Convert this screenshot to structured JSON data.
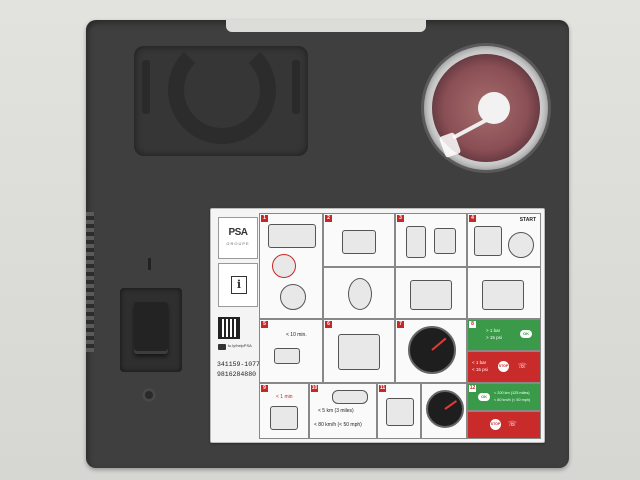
{
  "label": {
    "brand": "PSA",
    "brand_sub": "GROUPE",
    "info_glyph": "i",
    "qr_url": "tc.ly/helpPSA",
    "part_number_1": "341159-1077",
    "part_number_2": "9816284880",
    "start_text": "START",
    "step_numbers": [
      "1",
      "2",
      "3",
      "4",
      "5",
      "6",
      "7",
      "8",
      "9",
      "10",
      "11",
      "12"
    ],
    "time_text": "< 10 min.",
    "distance_text": "< 5 km (3 miles)",
    "speed_text": "< 80 km/h (< 50 mph)",
    "distance_short": "< 1 min",
    "ok_text": "OK",
    "stop_text": "STOP",
    "pressure_ok_text_1": "> 1 bar",
    "pressure_ok_text_2": "> 15 psi",
    "pressure_low_text_1": "< 1 bar",
    "pressure_low_text_2": "< 15 psi",
    "after_drive_1": "< 200 km (125 miles)",
    "after_drive_2": "< 80 km/h (< 50 mph)"
  },
  "colors": {
    "device_body": "#3f3f3f",
    "ok_green": "#3a9a4a",
    "stop_red": "#c92a2a",
    "label_bg": "#f4f4f4"
  },
  "icons": [
    "gauge-icon",
    "qr-code-icon",
    "youtube-icon",
    "info-icon",
    "rocker-switch-icon",
    "phone-icon"
  ]
}
